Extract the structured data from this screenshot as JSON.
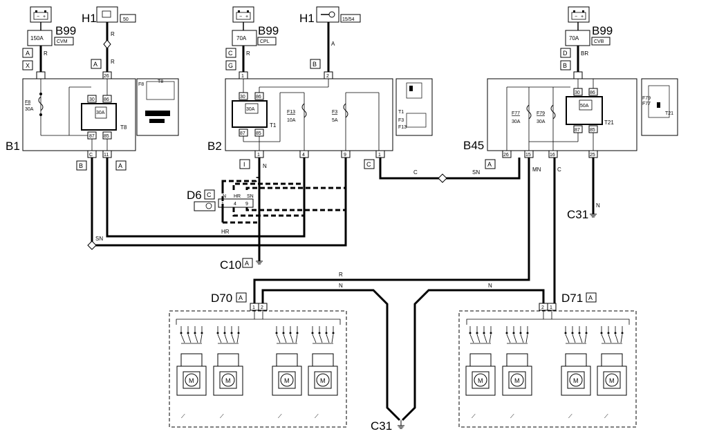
{
  "components": {
    "b99_left": {
      "label": "B99",
      "fuse": "150A",
      "tag": "CVM"
    },
    "b99_mid": {
      "label": "B99",
      "fuse": "70A",
      "tag": "CPL"
    },
    "b99_right": {
      "label": "B99",
      "fuse": "70A",
      "tag": "CVB"
    },
    "h1_left": {
      "label": "H1",
      "tag": "50"
    },
    "h1_mid": {
      "label": "H1",
      "tag": "15/54"
    },
    "b1": {
      "label": "B1",
      "fuse_name": "F8",
      "fuse_rating": "30A",
      "relay": "T8",
      "relay_rating": "30A"
    },
    "b2": {
      "label": "B2",
      "relay": "T1",
      "relay_rating": "30A",
      "f13_name": "F13",
      "f13_rating": "10A",
      "f3_name": "F3",
      "f3_rating": "5A"
    },
    "b45": {
      "label": "B45",
      "relay": "T21",
      "relay_rating": "50A",
      "f77_name": "F77",
      "f77_rating": "30A",
      "f79_name": "F79",
      "f79_rating": "30A"
    },
    "d6": {
      "label": "D6",
      "conn": "C"
    },
    "c10": {
      "label": "C10",
      "conn": "A"
    },
    "c31_right": {
      "label": "C31"
    },
    "c31_bottom": {
      "label": "C31"
    },
    "d70": {
      "label": "D70",
      "conn": "A"
    },
    "d71": {
      "label": "D71",
      "conn": "A"
    }
  },
  "pins": {
    "b1_top": "26",
    "b1_p87": "87",
    "b1_p85": "85",
    "b1_p30": "30",
    "b1_p86": "86",
    "b1_botC": "C",
    "b1_bot11": "11",
    "b2_top1": "1",
    "b2_top2": "2",
    "b2_p30": "30",
    "b2_p86": "86",
    "b2_p87": "87",
    "b2_p85": "85",
    "b2_b1": "1",
    "b2_b4": "4",
    "b2_b9": "9",
    "b2_b1r": "1",
    "b45_26": "26",
    "b45_15": "15",
    "b45_16": "16",
    "b45_25": "25",
    "b45_p30": "30",
    "b45_p86": "86",
    "b45_p87": "87",
    "b45_p85": "85",
    "d6_1": "1",
    "d6_4": "4",
    "d6_9": "9",
    "d70_1": "1",
    "d70_2": "2",
    "d71_2": "2",
    "d71_1": "1"
  },
  "connectors": {
    "b99l_a": "A",
    "b99l_x": "X",
    "h1l_a": "A",
    "b99m_c": "C",
    "b99m_g": "G",
    "h1m_b": "B",
    "b99r_d": "D",
    "b99r_b": "B",
    "b1_b": "B",
    "b1_a": "A",
    "b2_i": "I",
    "b2_c": "C",
    "b45_a": "A"
  },
  "wire_colors": {
    "b99l": "R",
    "h1l": "R",
    "b99m": "R",
    "h1m": "A",
    "b99r": "BR",
    "b2_n": "N",
    "b2_c_sn": "SN",
    "b2_c": "C",
    "b45_mn": "MN",
    "b45_c": "C",
    "b45_n": "N",
    "sn_left": "SN",
    "hr": "HR",
    "d6_n": "N",
    "d6_hr": "HR",
    "d6_sn": "SN",
    "d70_r": "R",
    "d70_n": "N",
    "d71_n": "N"
  },
  "motor_label": "M"
}
